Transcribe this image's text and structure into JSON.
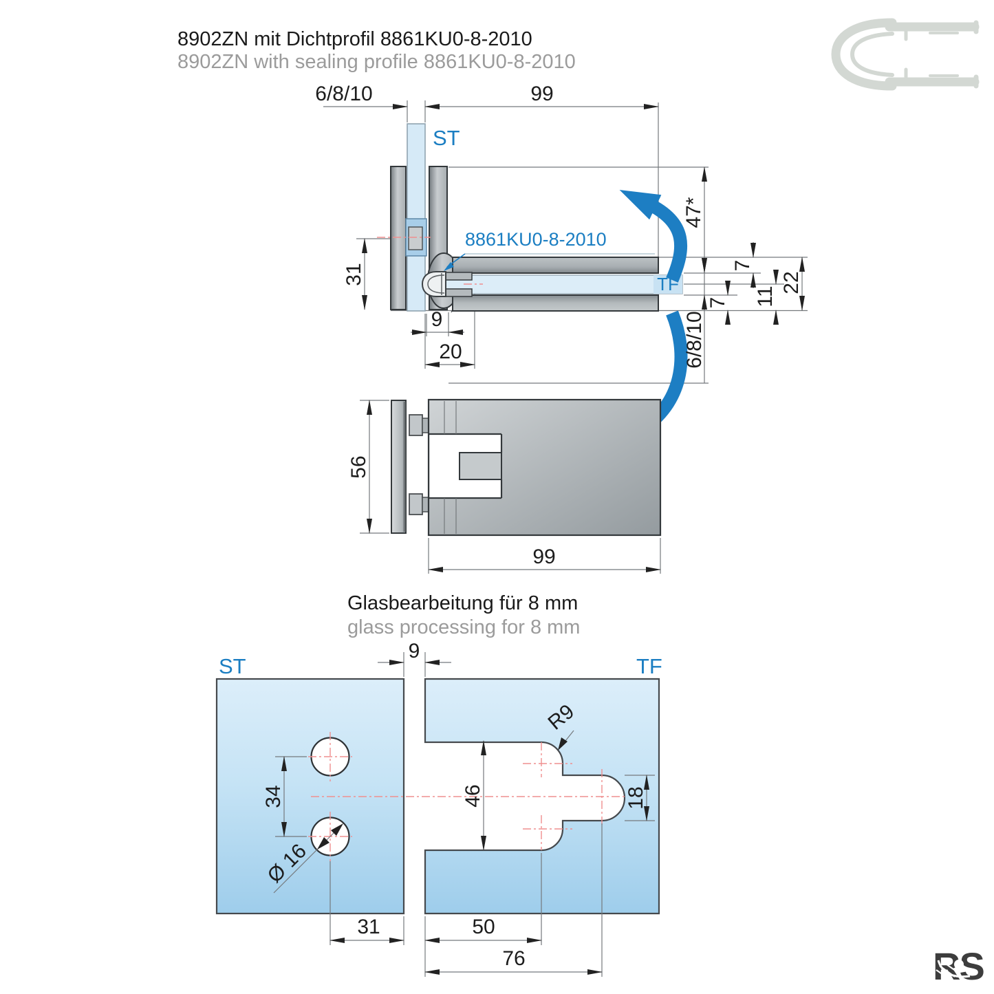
{
  "header": {
    "title_de": "8902ZN mit Dichtprofil 8861KU0-8-2010",
    "title_en": "8902ZN with sealing profile 8861KU0-8-2010"
  },
  "side_view": {
    "label_st": "ST",
    "label_tf": "TF",
    "label_profile": "8861KU0-8-2010",
    "dims": {
      "glass_thickness_top": "6/8/10",
      "length": "99",
      "swing": "47*",
      "lip_top": "7",
      "half_height": "11",
      "total_height": "22",
      "lip_bottom": "7",
      "glass_thickness_right": "6/8/10",
      "backplate_height": "31",
      "pivot_offset": "9",
      "glass_inset": "20"
    }
  },
  "plan_view": {
    "dims": {
      "height": "56",
      "length": "99"
    }
  },
  "glass_section": {
    "title_de": "Glasbearbeitung für 8 mm",
    "title_en": "glass processing for 8 mm",
    "label_st": "ST",
    "label_tf": "TF",
    "dims": {
      "gap": "9",
      "hole_spacing": "34",
      "hole_diameter": "Ø 16",
      "notch_height": "46",
      "corner_radius": "R9",
      "tab_height": "18",
      "hole_to_edge": "31",
      "notch_depth": "50",
      "notch_total": "76"
    }
  },
  "logo": {
    "text": "RS"
  },
  "colors": {
    "accent_blue": "#1b7ec2",
    "glass_light": "#d8ecf9",
    "glass_deep": "#a4d1ee",
    "centerline_red": "#ef8f8f",
    "metal_gray": "#9aa1a5",
    "subtitle_gray": "#9b9b9b",
    "icon_gray": "#d3d8d3"
  }
}
